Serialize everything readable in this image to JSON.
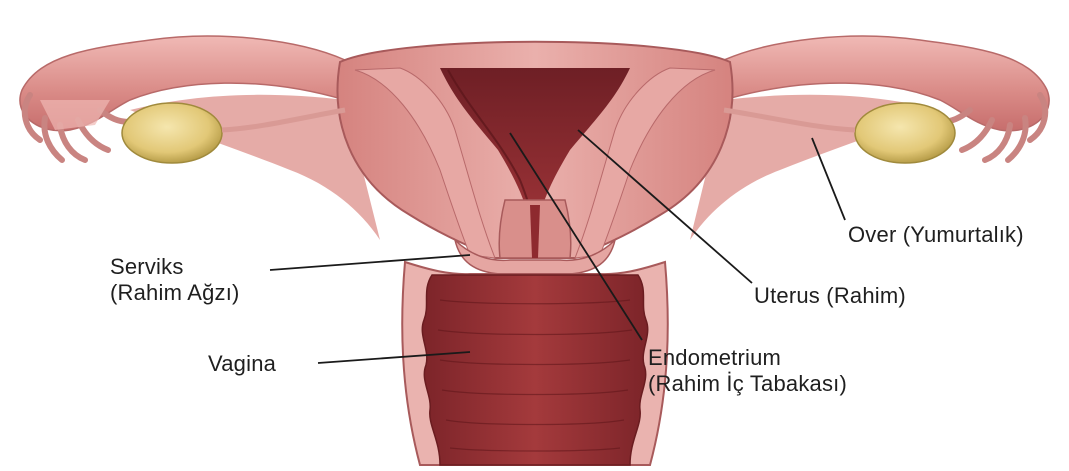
{
  "labels": {
    "serviks": {
      "line1": "Serviks",
      "line2": "(Rahim Ağzı)"
    },
    "vagina": {
      "line1": "Vagina"
    },
    "over": {
      "line1": "Over (Yumurtalık)"
    },
    "uterus": {
      "line1": "Uterus (Rahim)"
    },
    "endometrium": {
      "line1": "Endometrium",
      "line2": "(Rahim İç Tabakası)"
    }
  },
  "colors": {
    "tissue_light": "#e8a9a6",
    "tissue_mid": "#d5837f",
    "tissue_dark": "#b7595a",
    "cavity": "#8e2a2f",
    "ovary": "#e8d38a",
    "ovary_edge": "#b89e4a",
    "leader_line": "#1a1a1a"
  }
}
